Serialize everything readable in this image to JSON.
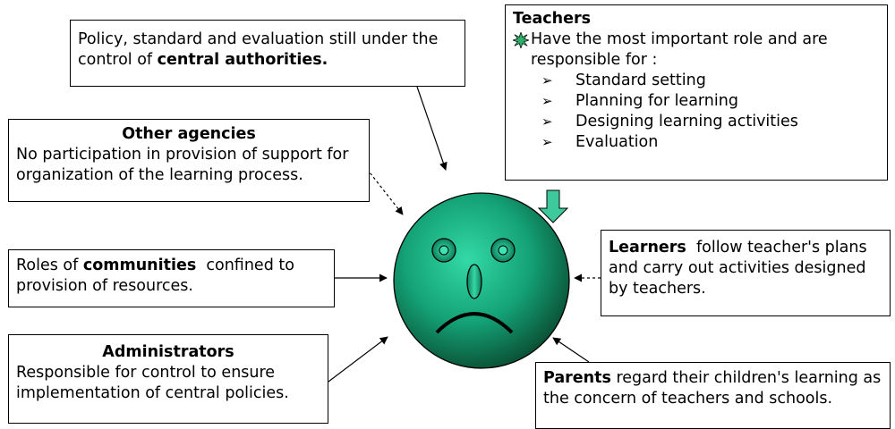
{
  "policy": {
    "text_before": "Policy, standard and evaluation still under the control of ",
    "bold": "central authorities."
  },
  "other_agencies": {
    "title": "Other agencies",
    "text": "No participation in provision of support for organization of the learning process."
  },
  "communities": {
    "text_before": "Roles of ",
    "bold": "communities",
    "text_after": "  confined to provision of resources."
  },
  "administrators": {
    "title": "Administrators",
    "text": "Responsible for control to ensure implementation of central policies."
  },
  "teachers": {
    "title": "Teachers",
    "intro": "Have the most important role and are responsible for :",
    "bullets": [
      "Standard setting",
      "Planning for learning",
      "Designing learning activities",
      "Evaluation"
    ]
  },
  "learners": {
    "bold": "Learners",
    "text": "  follow teacher's plans and carry out activities designed by teachers."
  },
  "parents": {
    "bold": "Parents",
    "text": " regard their children's learning as the concern of teachers and schools."
  },
  "colors": {
    "face_light": "#33d9a6",
    "face_dark": "#0a4f34",
    "teacher_arrow": "#3ec99c",
    "star": "#2fae6a"
  },
  "icons": {
    "bullet": "arrowhead-bullet-icon",
    "star": "star-burst-icon"
  }
}
